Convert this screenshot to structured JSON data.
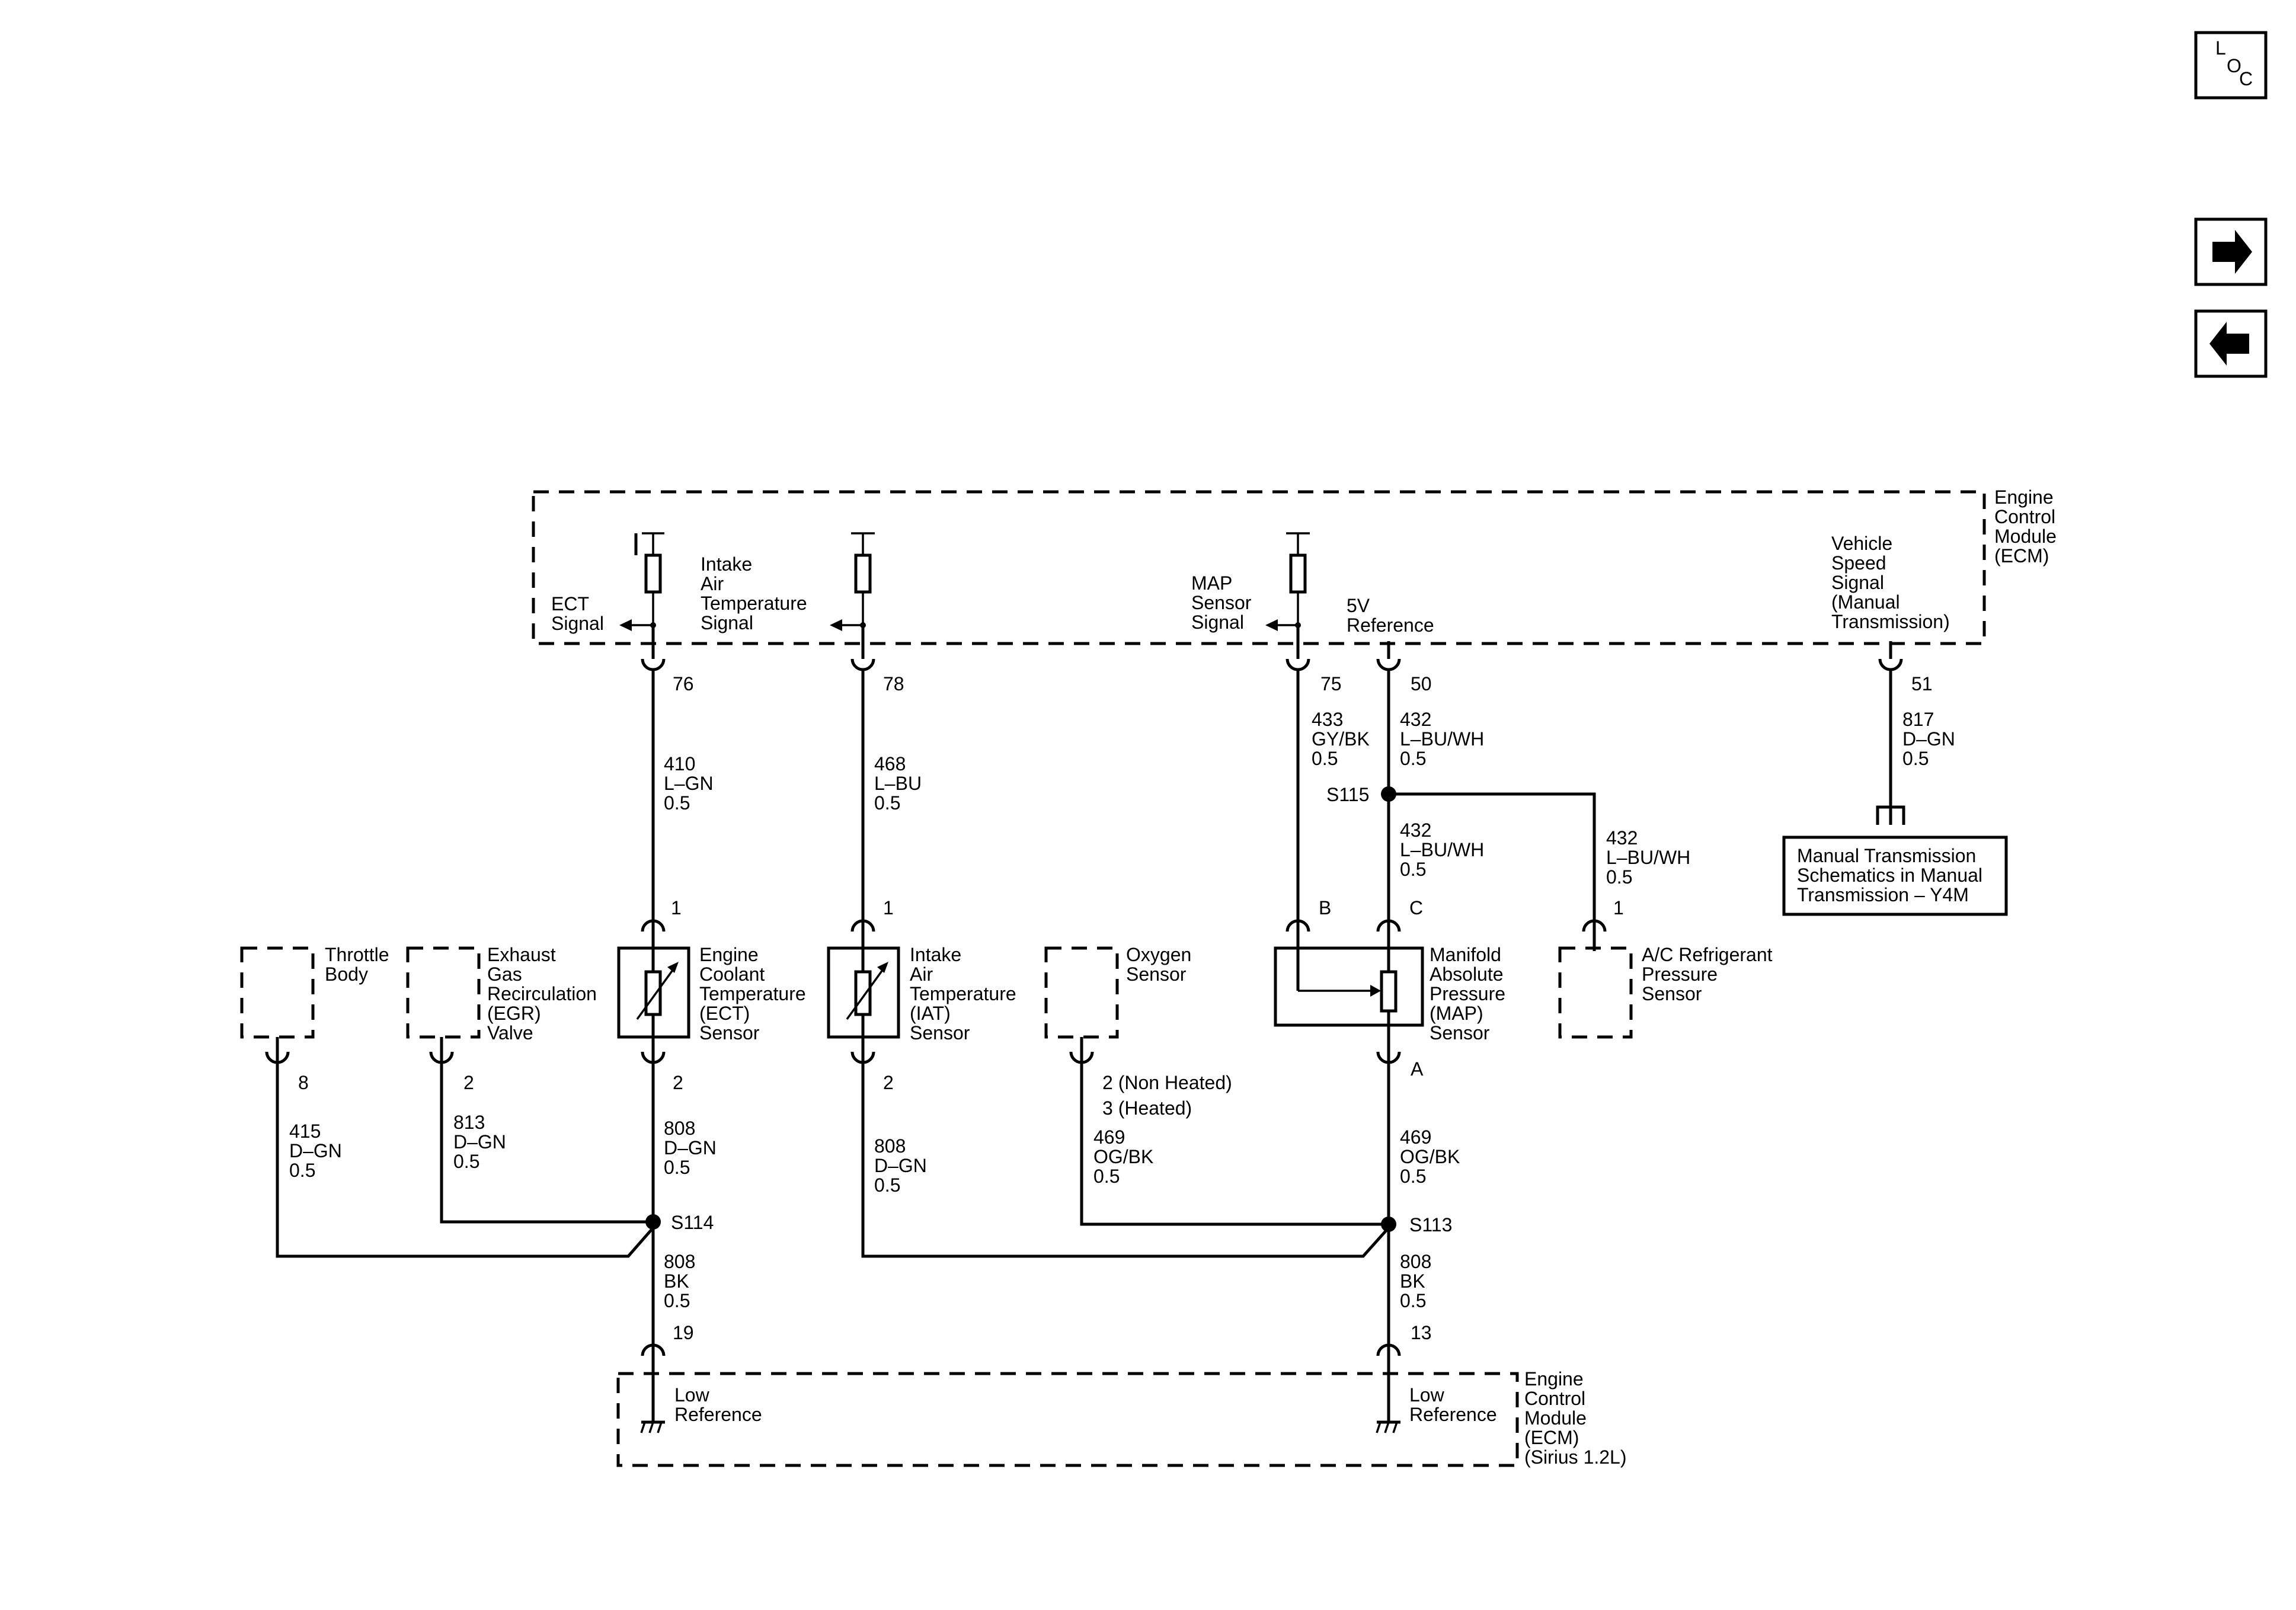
{
  "nav": {
    "loc": [
      "L",
      "O",
      "C"
    ],
    "forward_icon": "arrow-right-icon",
    "back_icon": "arrow-left-icon"
  },
  "ecm_top": {
    "title": [
      "Engine",
      "Control",
      "Module",
      "(ECM)"
    ],
    "ect_signal": [
      "ECT",
      "Signal"
    ],
    "iat_signal": [
      "Intake",
      "Air",
      "Temperature",
      "Signal"
    ],
    "map_signal": [
      "MAP",
      "Sensor",
      "Signal"
    ],
    "ref_5v": [
      "5V",
      "Reference"
    ],
    "vss": [
      "Vehicle",
      "Speed",
      "Signal",
      "(Manual",
      "Transmission)"
    ]
  },
  "ecm_bottom": {
    "title": [
      "Engine",
      "Control",
      "Module",
      "(ECM)",
      "(Sirius 1.2L)"
    ],
    "low_ref": [
      "Low",
      "Reference"
    ]
  },
  "pins": {
    "ect": "76",
    "iat": "78",
    "map": "75",
    "ref": "50",
    "vss": "51",
    "gnd_left": "19",
    "gnd_right": "13"
  },
  "wires": {
    "w410": [
      "410",
      "L–GN",
      "0.5"
    ],
    "w468": [
      "468",
      "L–BU",
      "0.5"
    ],
    "w433": [
      "433",
      "GY/BK",
      "0.5"
    ],
    "w432_a": [
      "432",
      "L–BU/WH",
      "0.5"
    ],
    "w432_b": [
      "432",
      "L–BU/WH",
      "0.5"
    ],
    "w432_c": [
      "432",
      "L–BU/WH",
      "0.5"
    ],
    "w817": [
      "817",
      "D–GN",
      "0.5"
    ],
    "w415": [
      "415",
      "D–GN",
      "0.5"
    ],
    "w813": [
      "813",
      "D–GN",
      "0.5"
    ],
    "w808_ect": [
      "808",
      "D–GN",
      "0.5"
    ],
    "w808_iat": [
      "808",
      "D–GN",
      "0.5"
    ],
    "w469_o2": [
      "469",
      "OG/BK",
      "0.5"
    ],
    "w469_map": [
      "469",
      "OG/BK",
      "0.5"
    ],
    "w808_bk_l": [
      "808",
      "BK",
      "0.5"
    ],
    "w808_bk_r": [
      "808",
      "BK",
      "0.5"
    ]
  },
  "splices": {
    "s115": "S115",
    "s114": "S114",
    "s113": "S113"
  },
  "components": {
    "throttle": {
      "name": [
        "Throttle",
        "Body"
      ],
      "pin": "8"
    },
    "egr": {
      "name": [
        "Exhaust",
        "Gas",
        "Recirculation",
        "(EGR)",
        "Valve"
      ],
      "pin": "2"
    },
    "ect": {
      "name": [
        "Engine",
        "Coolant",
        "Temperature",
        "(ECT)",
        "Sensor"
      ],
      "pin_top": "1",
      "pin_bottom": "2"
    },
    "iat": {
      "name": [
        "Intake",
        "Air",
        "Temperature",
        "(IAT)",
        "Sensor"
      ],
      "pin_top": "1",
      "pin_bottom": "2"
    },
    "o2": {
      "name": [
        "Oxygen",
        "Sensor"
      ],
      "pins": [
        "2 (Non Heated)",
        "3 (Heated)"
      ]
    },
    "map": {
      "name": [
        "Manifold",
        "Absolute",
        "Pressure",
        "(MAP)",
        "Sensor"
      ],
      "pin_b": "B",
      "pin_c": "C",
      "pin_a": "A"
    },
    "ac": {
      "name": [
        "A/C Refrigerant",
        "Pressure",
        "Sensor"
      ],
      "pin": "1"
    }
  },
  "manual_box": [
    "Manual Transmission",
    "Schematics in Manual",
    "Transmission – Y4M"
  ]
}
